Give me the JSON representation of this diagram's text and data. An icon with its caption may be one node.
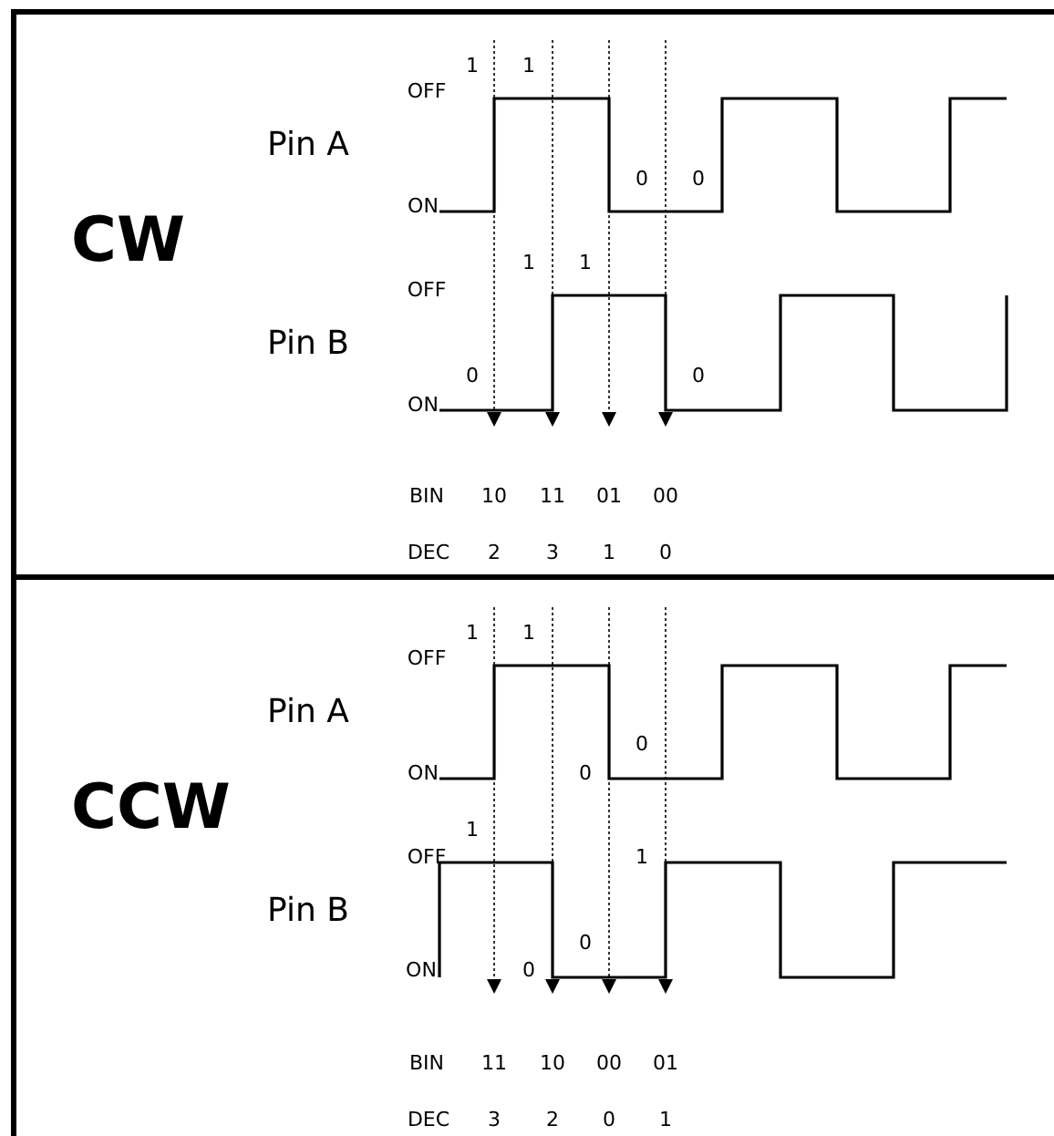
{
  "diagram": {
    "nodes": [
      {
        "text": [
          "CW"
        ]
      },
      {
        "text": [
          "CCW"
        ]
      }
    ],
    "labels": [
      "1",
      "1",
      "OFF",
      "Pin A",
      "0",
      "0",
      "ON",
      "1",
      "1",
      "OFF",
      "Pin B",
      "0",
      "0",
      "ON",
      "BIN",
      "10",
      "11",
      "01",
      "00",
      "DEC",
      "2",
      "3",
      "1",
      "0",
      "1",
      "1",
      "OFF",
      "Pin A",
      "0",
      "ON",
      "0",
      "1",
      "OFF",
      "1",
      "Pin B",
      "0",
      "ON",
      "0",
      "BIN",
      "11",
      "10",
      "00",
      "01",
      "DEC",
      "3",
      "2",
      "0",
      "1"
    ]
  }
}
